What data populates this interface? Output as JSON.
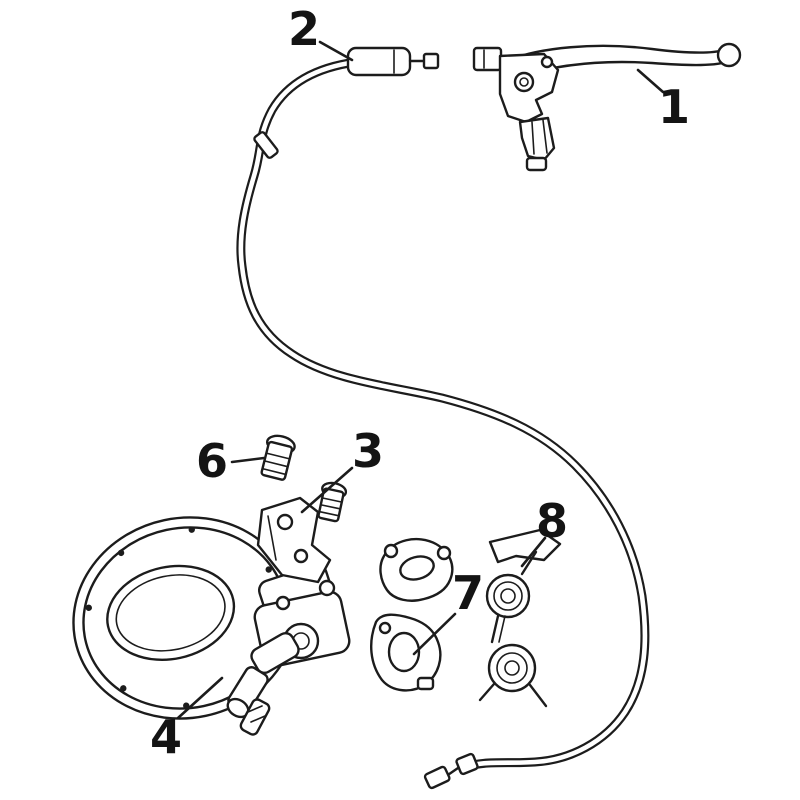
{
  "canvas": {
    "background_color": "#ffffff",
    "line_color": "#1c1c1c",
    "label_color": "#141414"
  },
  "parts": [
    {
      "label": "1"
    },
    {
      "label": "2"
    },
    {
      "label": "3"
    },
    {
      "label": "4"
    },
    {
      "label": "6"
    },
    {
      "label": "7"
    },
    {
      "label": "8"
    }
  ]
}
